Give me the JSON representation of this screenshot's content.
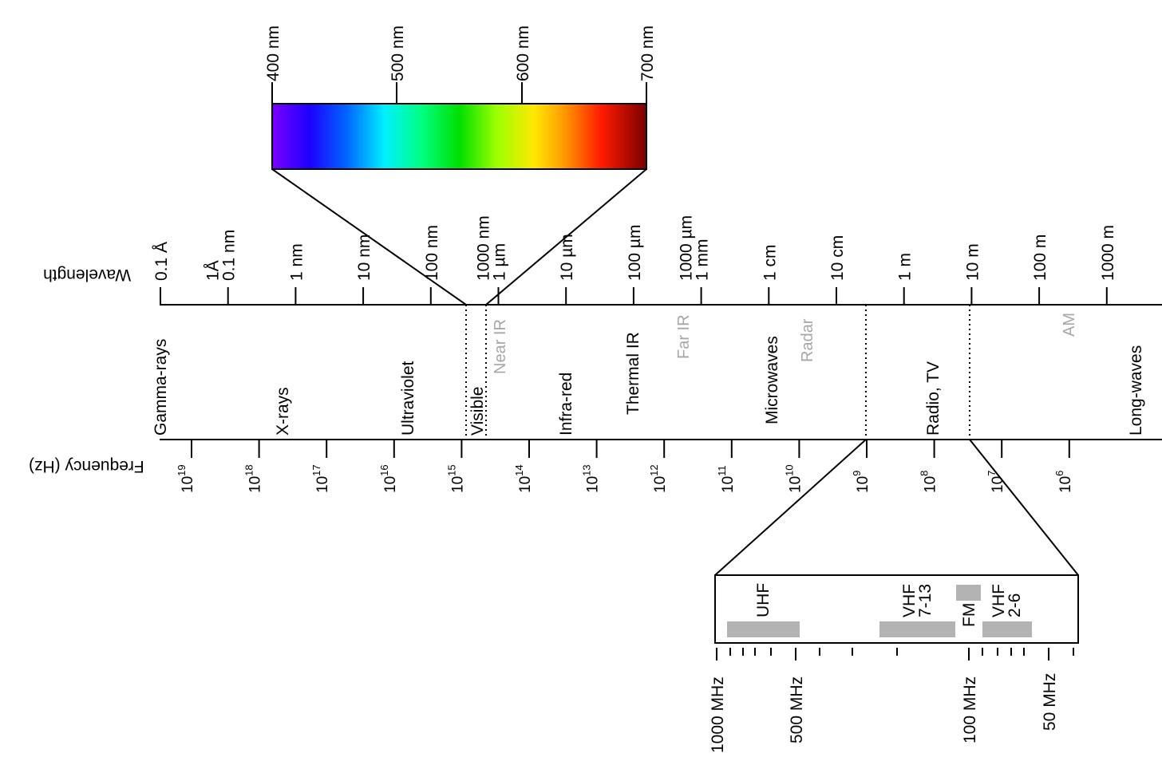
{
  "visible_spectrum": {
    "ticks": [
      "400 nm",
      "500 nm",
      "600 nm",
      "700 nm"
    ]
  },
  "wavelength": {
    "axis_label": "Wavelength",
    "ticks": [
      [
        "0.1 Å"
      ],
      [
        "1Å",
        "0.1 nm"
      ],
      [
        "1 nm"
      ],
      [
        "10 nm"
      ],
      [
        "100 nm"
      ],
      [
        "1000 nm",
        "1 µm"
      ],
      [
        "10 µm"
      ],
      [
        "100 µm"
      ],
      [
        "1000 µm",
        "1 mm"
      ],
      [
        "1 cm"
      ],
      [
        "10 cm"
      ],
      [
        "1 m"
      ],
      [
        "10 m"
      ],
      [
        "100 m"
      ],
      [
        "1000 m"
      ]
    ]
  },
  "bands": {
    "primary": [
      "Gamma-rays",
      "X-rays",
      "Ultraviolet",
      "Visible",
      "Infra-red",
      "Thermal IR",
      "Microwaves",
      "Radio, TV",
      "Long-waves"
    ],
    "secondary": [
      "Near IR",
      "Far IR",
      "Radar",
      "AM"
    ]
  },
  "frequency": {
    "axis_label": "Frequency (Hz)",
    "ticks": [
      {
        "base": "10",
        "exp": "19"
      },
      {
        "base": "10",
        "exp": "18"
      },
      {
        "base": "10",
        "exp": "17"
      },
      {
        "base": "10",
        "exp": "16"
      },
      {
        "base": "10",
        "exp": "15"
      },
      {
        "base": "10",
        "exp": "14"
      },
      {
        "base": "10",
        "exp": "13"
      },
      {
        "base": "10",
        "exp": "12"
      },
      {
        "base": "10",
        "exp": "11"
      },
      {
        "base": "10",
        "exp": "10"
      },
      {
        "base": "10",
        "exp": "9"
      },
      {
        "base": "10",
        "exp": "8"
      },
      {
        "base": "10",
        "exp": "7"
      },
      {
        "base": "10",
        "exp": "6"
      }
    ]
  },
  "radio_inset": {
    "bands": [
      {
        "lines": [
          "UHF"
        ]
      },
      {
        "lines": [
          "VHF",
          "7-13"
        ]
      },
      {
        "lines": [
          "FM"
        ]
      },
      {
        "lines": [
          "VHF",
          "2-6"
        ]
      }
    ],
    "scale_labels": [
      "1000 MHz",
      "500 MHz",
      "100 MHz",
      "50 MHz"
    ]
  },
  "colors": {
    "line": "#000000",
    "secondary_text": "#a6a6a6",
    "band_bar": "#b3b3b3"
  }
}
